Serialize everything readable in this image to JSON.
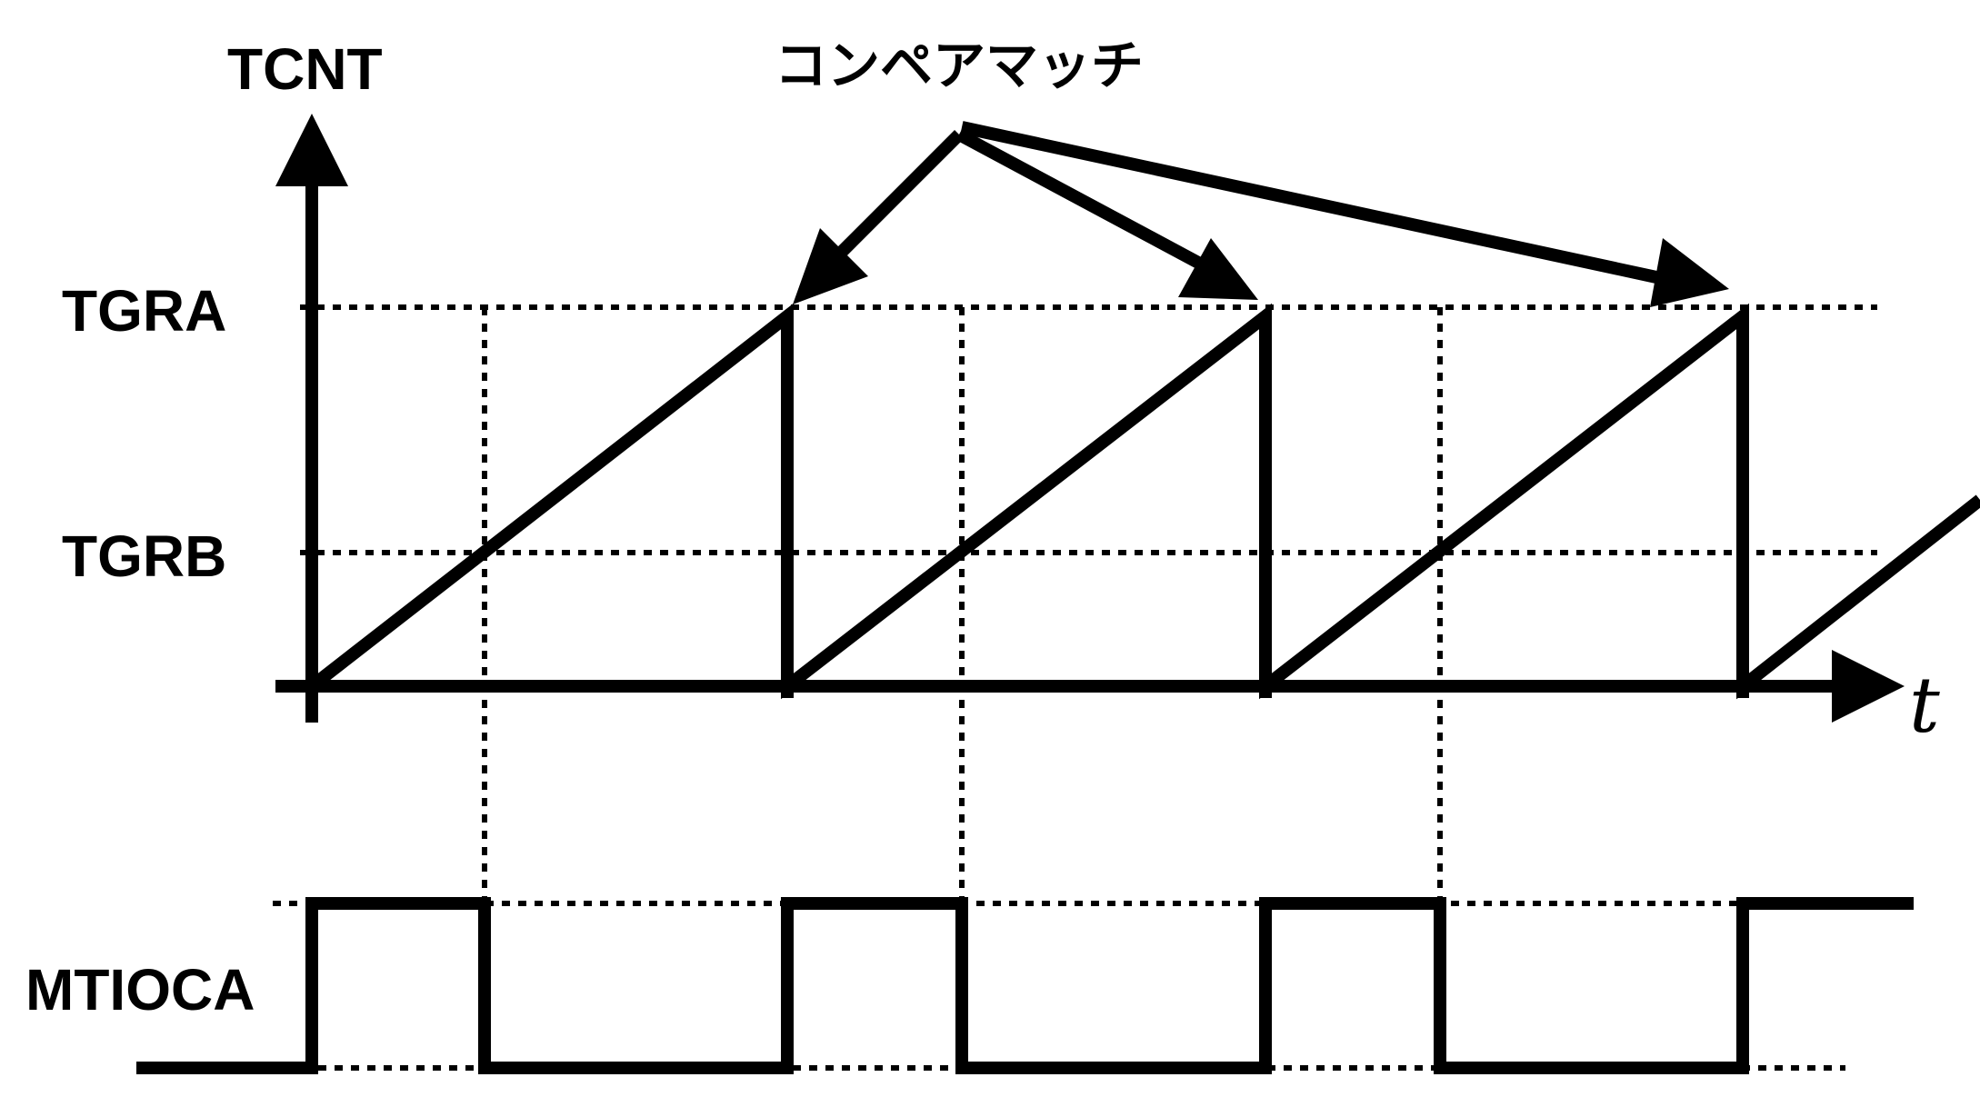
{
  "labels": {
    "tcnt": "TCNT",
    "compare_match": "コンペアマッチ",
    "tgra": "TGRA",
    "tgrb": "TGRB",
    "mtioca": "MTIOCA",
    "time_axis": "t"
  },
  "timing": {
    "counter_resets": [
      0,
      1,
      2,
      3
    ],
    "tgrb_ratio": 0.36,
    "mtioca_initial": "low",
    "mtioca_high_from_reset_to_tgrb": true,
    "compare_match_arrows": 3
  },
  "colors": {
    "line": "#000000",
    "background": "#ffffff"
  }
}
